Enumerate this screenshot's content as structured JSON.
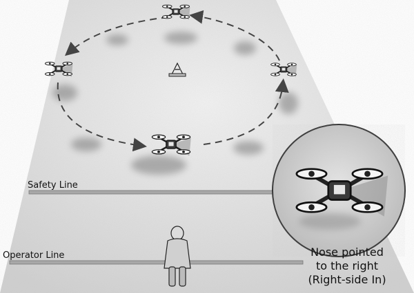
{
  "labels": {
    "safety_line": "Safety Line",
    "operator_line": "Operator Line"
  },
  "caption": {
    "line1": "Nose pointed",
    "line2": "to the right",
    "line3": "(Right-side In)"
  },
  "icons": {
    "drone": "quadcopter-icon",
    "cone": "traffic-cone-icon",
    "operator": "person-icon",
    "path": "dashed-circular-arrow-path"
  },
  "colors": {
    "ground": "#d4d4d4",
    "drone_body": "#3a3a3a",
    "line": "#9a9a9a"
  }
}
